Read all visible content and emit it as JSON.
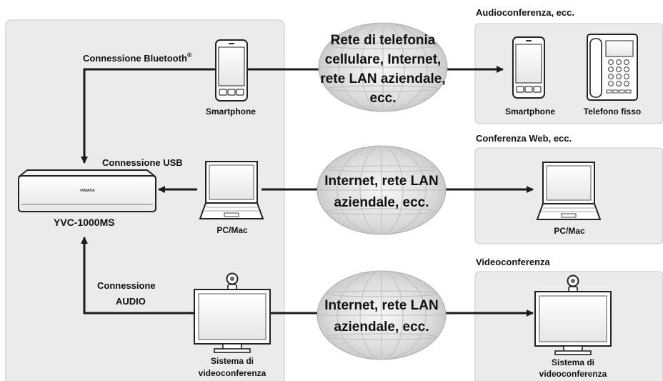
{
  "local_site": {
    "device_name": "YVC-1000MS",
    "device_logo": "YAMAHA",
    "connections": {
      "bluetooth": "Connessione Bluetooth",
      "bluetooth_mark": "®",
      "usb": "Connessione USB",
      "audio_line1": "Connessione",
      "audio_line2": "AUDIO"
    },
    "devices": {
      "smartphone": "Smartphone",
      "pc": "PC/Mac",
      "video_line1": "Sistema di",
      "video_line2": "videoconferenza"
    }
  },
  "networks": {
    "cellular": [
      "Rete di telefonia",
      "cellulare, Internet,",
      "rete LAN aziendale,",
      "ecc."
    ],
    "internet_usb": [
      "Internet, rete LAN",
      "aziendale, ecc."
    ],
    "internet_video": [
      "Internet, rete LAN",
      "aziendale, ecc."
    ]
  },
  "remote_sites": {
    "audio": {
      "title": "Audioconferenza, ecc.",
      "smartphone": "Smartphone",
      "phone": "Telefono fisso"
    },
    "web": {
      "title": "Conferenza Web, ecc.",
      "pc": "PC/Mac"
    },
    "video": {
      "title": "Videoconferenza",
      "line1": "Sistema di",
      "line2": "videoconferenza"
    }
  },
  "colors": {
    "panel_fill": "#ebebeb",
    "panel_stroke": "#c8c8c8",
    "line": "#1a1a1a",
    "cloud_fill": "#d8d8d8"
  }
}
